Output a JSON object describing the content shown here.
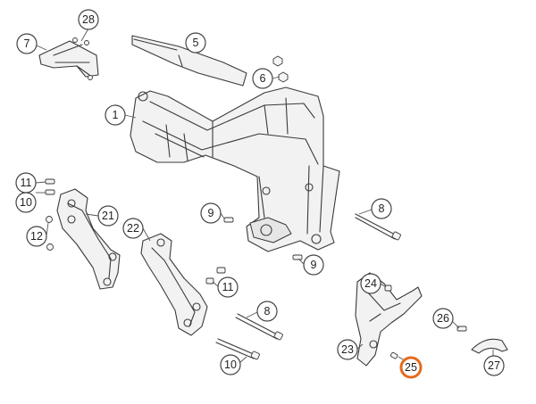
{
  "diagram": {
    "callouts": [
      {
        "label": "28",
        "highlight": false
      },
      {
        "label": "7",
        "highlight": false
      },
      {
        "label": "5",
        "highlight": false
      },
      {
        "label": "6",
        "highlight": false
      },
      {
        "label": "1",
        "highlight": false
      },
      {
        "label": "11",
        "highlight": false
      },
      {
        "label": "10",
        "highlight": false
      },
      {
        "label": "12",
        "highlight": false
      },
      {
        "label": "21",
        "highlight": false
      },
      {
        "label": "22",
        "highlight": false
      },
      {
        "label": "9",
        "highlight": false
      },
      {
        "label": "9",
        "highlight": false
      },
      {
        "label": "8",
        "highlight": false
      },
      {
        "label": "11",
        "highlight": false
      },
      {
        "label": "8",
        "highlight": false
      },
      {
        "label": "10",
        "highlight": false
      },
      {
        "label": "24",
        "highlight": false
      },
      {
        "label": "26",
        "highlight": false
      },
      {
        "label": "23",
        "highlight": false
      },
      {
        "label": "25",
        "highlight": true
      },
      {
        "label": "27",
        "highlight": false
      }
    ],
    "highlight_color": "#e56a1e"
  }
}
